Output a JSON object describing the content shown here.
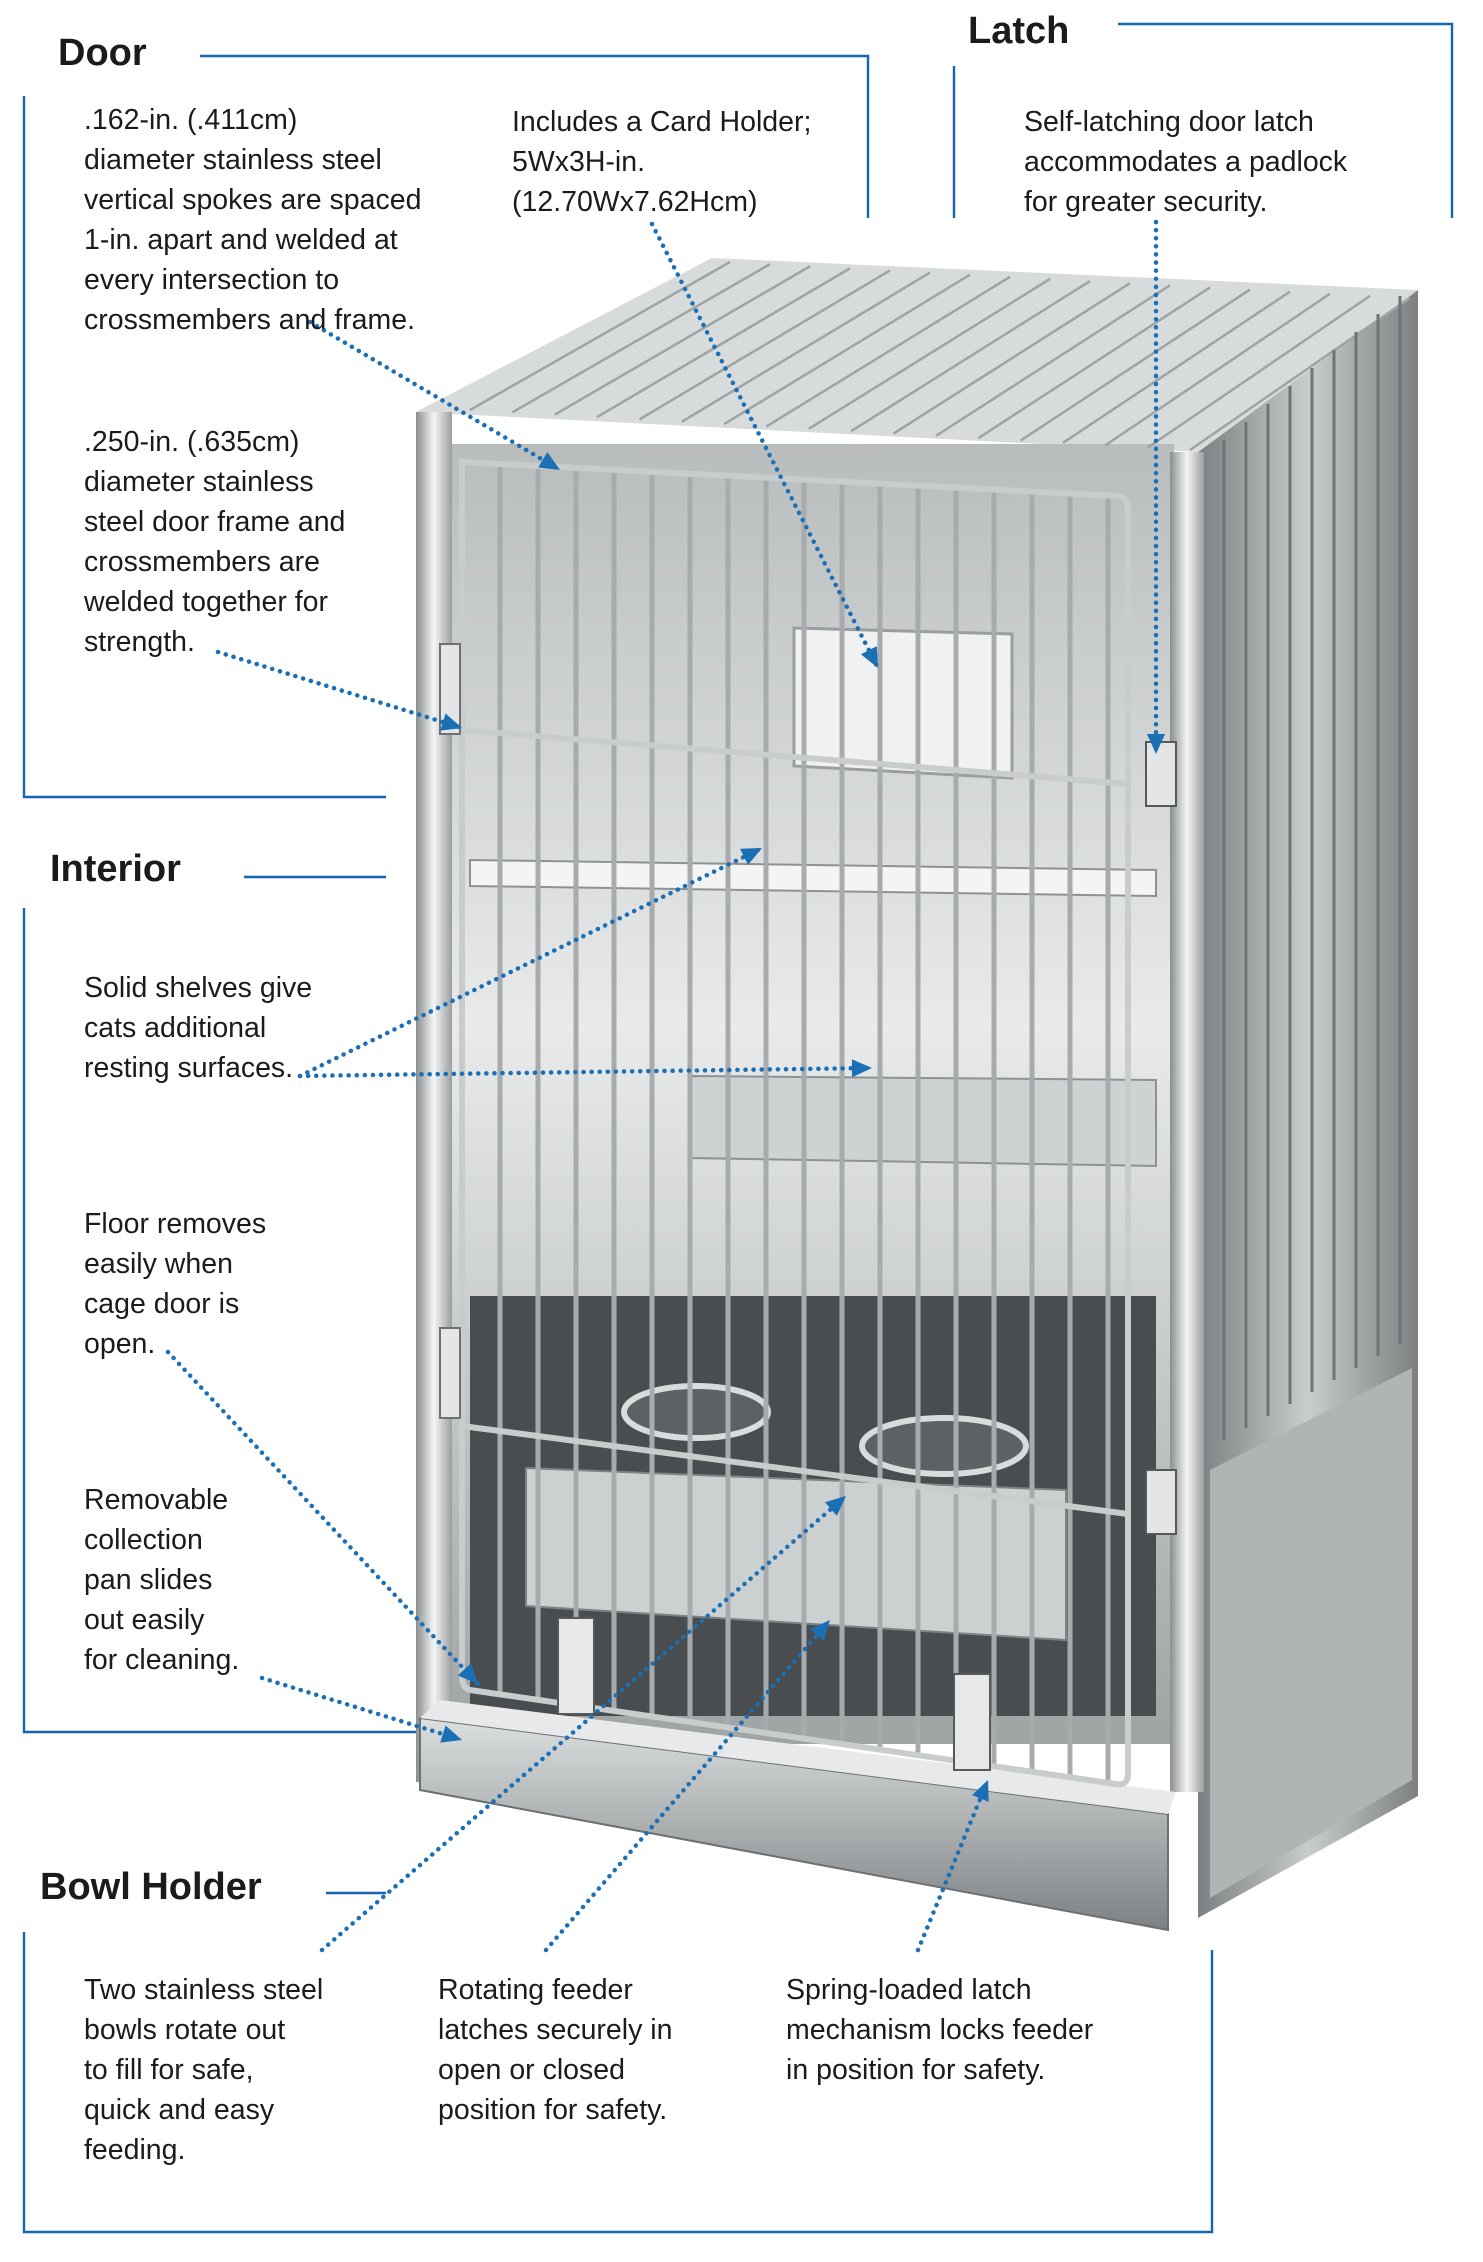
{
  "colors": {
    "rule": "#1565b2",
    "leader": "#1a6fb5",
    "steel_light": "#eef0f0",
    "steel_mid": "#c9cccc",
    "steel_dark": "#7c8082",
    "shadow": "#2d2f30",
    "text": "#1b1b1b"
  },
  "sections": {
    "door": {
      "heading": "Door",
      "spokes_note": ".162-in. (.411cm)\ndiameter stainless steel\nvertical spokes are spaced\n1-in. apart and welded at\nevery intersection to\ncrossmembers and frame.",
      "frame_note": ".250-in. (.635cm)\ndiameter stainless\nsteel door frame and\ncrossmembers are\nwelded together for\nstrength.",
      "card_holder_note": "Includes a Card Holder;\n5Wx3H-in.\n(12.70Wx7.62Hcm)"
    },
    "latch": {
      "heading": "Latch",
      "note": "Self-latching door latch\naccommodates a padlock\nfor greater security."
    },
    "interior": {
      "heading": "Interior",
      "shelves_note": "Solid shelves give\ncats additional\nresting surfaces.",
      "floor_note": "Floor removes\neasily when\ncage door is\nopen.",
      "pan_note": "Removable\ncollection\npan slides\nout easily\nfor cleaning."
    },
    "bowl_holder": {
      "heading": "Bowl Holder",
      "bowls_note": "Two stainless steel\nbowls rotate out\nto fill for safe,\nquick and easy\nfeeding.",
      "feeder_note": "Rotating feeder\nlatches securely in\nopen or closed\nposition for safety.",
      "spring_note": "Spring-loaded latch\nmechanism locks feeder\nin position for safety."
    }
  }
}
